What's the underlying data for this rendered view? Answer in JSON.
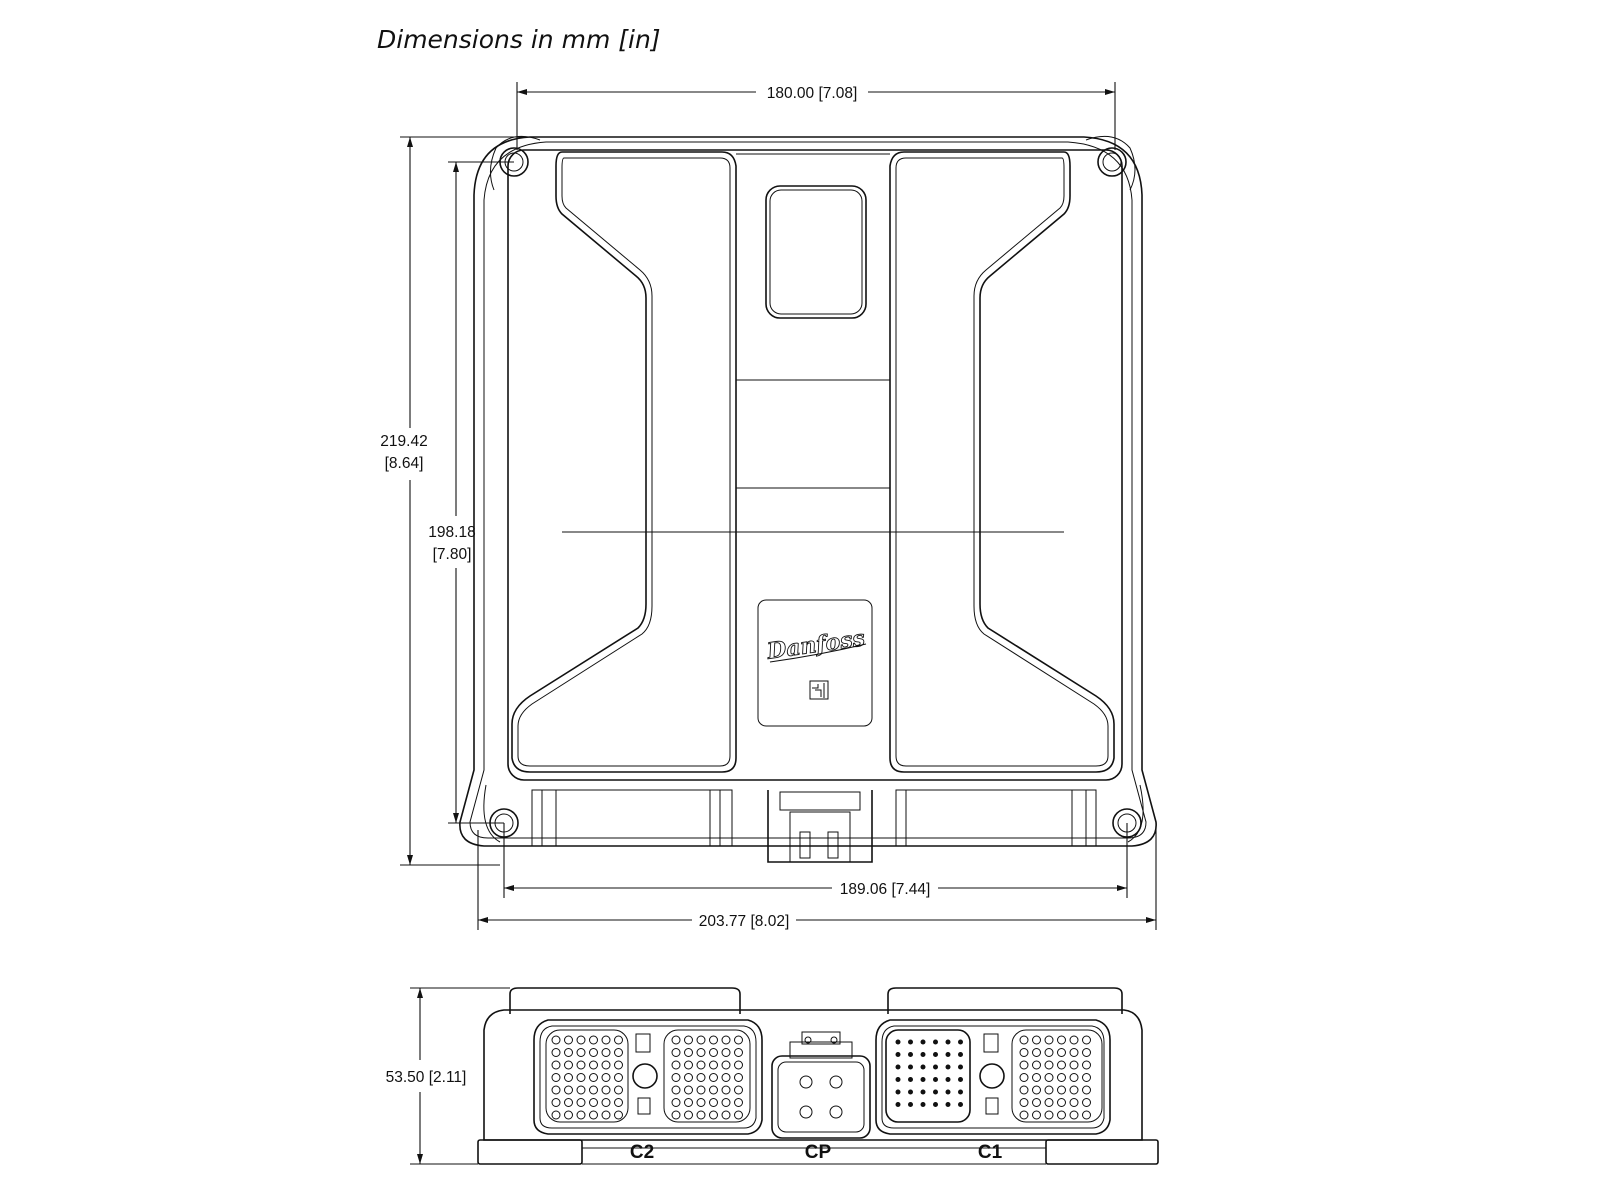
{
  "title": "Dimensions in mm [in]",
  "dimensions": {
    "top_width": "180.00 [7.08]",
    "overall_height_mm": "219.42",
    "overall_height_in": "[8.64]",
    "hole_height_mm": "198.18",
    "hole_height_in": "[7.80]",
    "bottom_hole_width": "189.06 [7.44]",
    "overall_width": "203.77 [8.02]",
    "side_height": "53.50 [2.11]"
  },
  "logo": {
    "brand": "Danfoss"
  },
  "connectors": {
    "c2": "C2",
    "cp": "CP",
    "c1": "C1"
  }
}
